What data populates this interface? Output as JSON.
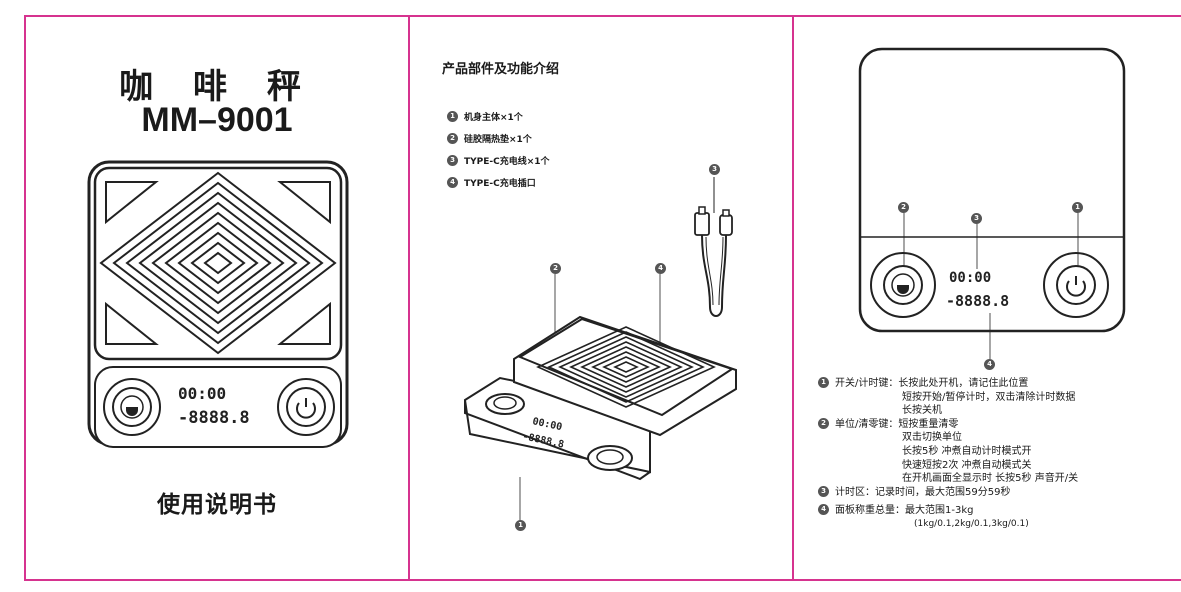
{
  "cover": {
    "title": "咖 啡 秤",
    "model": "MM–9001",
    "manual": "使用说明书",
    "display_top": "00:00",
    "display_bottom": "-8888.8"
  },
  "parts": {
    "title": "产品部件及功能介绍",
    "items": [
      {
        "n": "1",
        "label": "机身主体×1个"
      },
      {
        "n": "2",
        "label": "硅胶隔热垫×1个"
      },
      {
        "n": "3",
        "label": "TYPE-C充电线×1个"
      },
      {
        "n": "4",
        "label": "TYPE-C充电插口"
      }
    ],
    "callouts": [
      "3",
      "2",
      "4",
      "1"
    ]
  },
  "functions": {
    "callouts": [
      "2",
      "3",
      "1",
      "4"
    ],
    "entries": [
      {
        "n": "1",
        "label": "开关/计时键：",
        "lines": [
          "长按此处开机，请记住此位置",
          "短按开始/暂停计时，双击清除计时数据",
          "长按关机"
        ]
      },
      {
        "n": "2",
        "label": "单位/清零键：",
        "lines": [
          "短按重量清零",
          "双击切换单位",
          "长按5秒 冲煮自动计时模式开",
          "快速短按2次 冲煮自动模式关",
          "在开机画面全显示时 长按5秒 声音开/关"
        ]
      },
      {
        "n": "3",
        "label": "计时区：",
        "lines": [
          "记录时间，最大范围59分59秒"
        ]
      },
      {
        "n": "4",
        "label": "面板称重总量：",
        "lines": [
          "最大范围1-3kg",
          "(1kg/0.1,2kg/0.1,3kg/0.1)"
        ]
      }
    ]
  },
  "colors": {
    "border": "#d6338f",
    "ink": "#1a1a1a"
  }
}
